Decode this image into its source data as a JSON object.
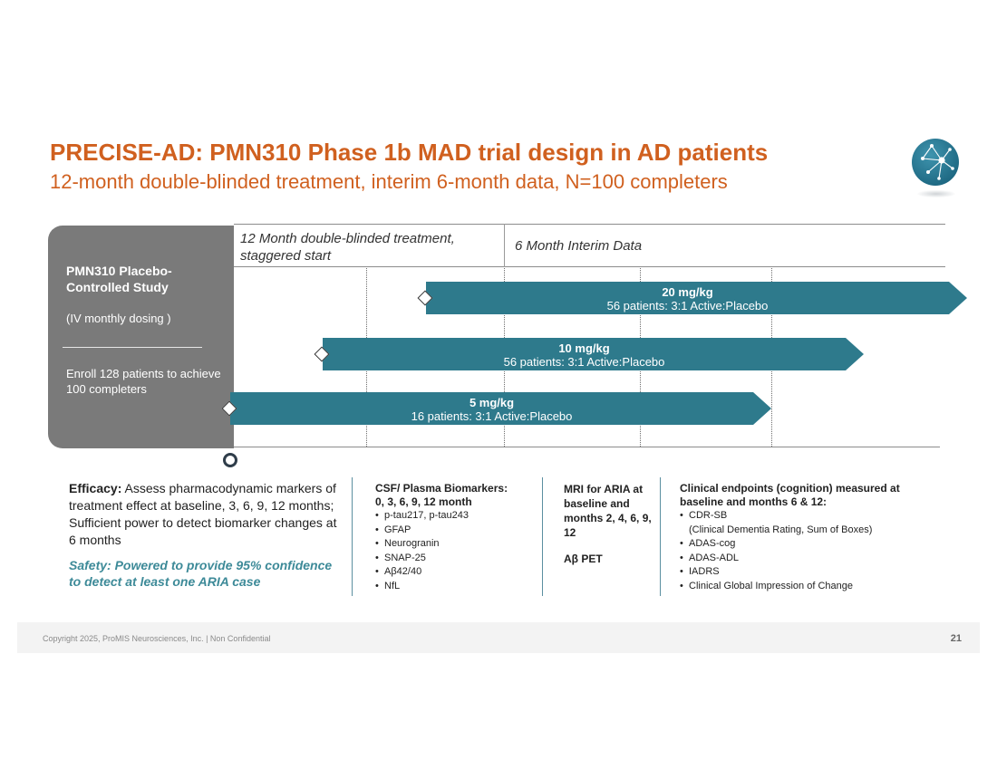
{
  "header": {
    "title": "PRECISE-AD: PMN310 Phase 1b MAD trial design in AD patients",
    "subtitle": "12-month double-blinded treatment, interim 6-month data, N=100 completers"
  },
  "study_box": {
    "title": "PMN310 Placebo-Controlled Study",
    "dosing": "(IV monthly dosing )",
    "enroll": "Enroll 128 patients to achieve 100 completers"
  },
  "timeline": {
    "phase_1": "12 Month double-blinded treatment, staggered start",
    "phase_2": "6 Month Interim Data",
    "arms": [
      {
        "dose": "20 mg/kg",
        "patients": "56 patients: 3:1 Active:Placebo"
      },
      {
        "dose": "10 mg/kg",
        "patients": "56 patients: 3:1 Active:Placebo"
      },
      {
        "dose": "5 mg/kg",
        "patients": "16 patients: 3:1 Active:Placebo"
      }
    ]
  },
  "efficacy": {
    "label": "Efficacy:",
    "text": " Assess pharmacodynamic markers of treatment effect at baseline, 3, 6, 9, 12 months; Sufficient power to detect biomarker changes at 6 months",
    "safety": "Safety: Powered to provide 95% confidence to detect at least one ARIA case"
  },
  "biomarkers": {
    "heading": "CSF/ Plasma Biomarkers:",
    "timing": "0, 3, 6, 9, 12 month",
    "items": [
      "p-tau217, p-tau243",
      "GFAP",
      "Neurogranin",
      "SNAP-25",
      "Aβ42/40",
      "NfL"
    ]
  },
  "mri": {
    "heading": "MRI for ARIA at baseline and months 2, 4, 6, 9, 12",
    "pet": "Aβ PET"
  },
  "clinical": {
    "heading": "Clinical endpoints (cognition) measured at baseline and months 6 & 12:",
    "items": [
      "CDR-SB",
      "ADAS-cog",
      "ADAS-ADL",
      "IADRS",
      "Clinical Global Impression of Change"
    ],
    "cdr_detail": "(Clinical Dementia Rating, Sum of Boxes)"
  },
  "footer": {
    "copyright": "Copyright 2025, ProMIS Neurosciences, Inc. | Non Confidential",
    "page": "21"
  },
  "colors": {
    "title": "#d0601f",
    "bar": "#2e7a8c",
    "safety": "#3d8a98",
    "study_box": "#7a7a7a"
  },
  "icons": {
    "logo": "network-icon"
  }
}
